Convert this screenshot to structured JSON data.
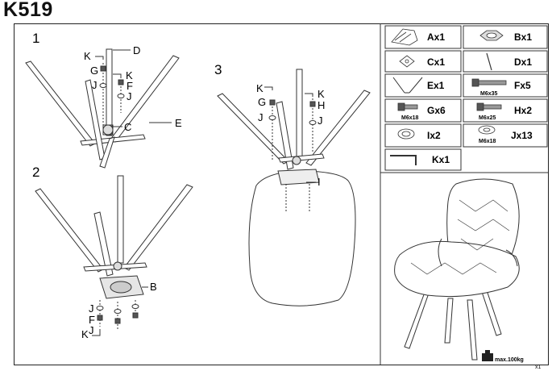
{
  "header": {
    "model": "K519"
  },
  "steps": [
    "1",
    "2",
    "3"
  ],
  "step1": {
    "labels": [
      "K",
      "D",
      "G",
      "K",
      "J",
      "F",
      "J",
      "C",
      "E"
    ]
  },
  "step2": {
    "labels": [
      "B",
      "J",
      "F",
      "K",
      "J"
    ]
  },
  "step3": {
    "labels": [
      "K",
      "G",
      "J",
      "K",
      "H",
      "J",
      "I"
    ]
  },
  "parts": [
    {
      "label": "Ax1",
      "icon": "seat-icon"
    },
    {
      "label": "Bx1",
      "icon": "mounting-plate-icon"
    },
    {
      "label": "Cx1",
      "icon": "leg-connector-icon"
    },
    {
      "label": "Dx1",
      "icon": "single-leg-icon"
    },
    {
      "label": "Ex1",
      "icon": "leg-frame-icon"
    },
    {
      "label": "Fx5",
      "icon": "bolt-m6x35-icon",
      "spec": "M6x35"
    },
    {
      "label": "Gx6",
      "icon": "bolt-m6x18-icon",
      "spec": "M6x18"
    },
    {
      "label": "Hx2",
      "icon": "bolt-m6x25-icon",
      "spec": "M6x25"
    },
    {
      "label": "Ix2",
      "icon": "spacer-ring-icon"
    },
    {
      "label": "Jx13",
      "icon": "washer-icon",
      "spec": "M6x18"
    },
    {
      "label": "Kx1",
      "icon": "allen-key-icon"
    }
  ],
  "max_load": "max.100kg",
  "footer": {
    "copy_count": "x1"
  }
}
